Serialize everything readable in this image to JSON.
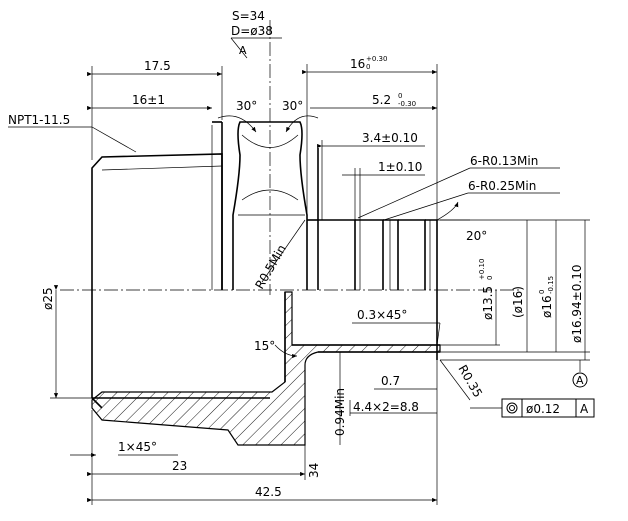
{
  "labels": {
    "s34": "S=34",
    "d38": "D=ø38",
    "a_ref": "A",
    "d17_5": "17.5",
    "d16tol": "16",
    "d16tol_sup": "+0.30",
    "d16tol_sub": "0",
    "npt": "NPT1-11.5",
    "d16pm1": "16±1",
    "a30l": "30°",
    "a30r": "30°",
    "d5_2": "5.2",
    "d5_2_sup": "0",
    "d5_2_sub": "-0.30",
    "d3_4": "3.4±0.10",
    "d1": "1±0.10",
    "r013": "6-R0.13Min",
    "r025": "6-R0.25Min",
    "a20": "20°",
    "r05": "R0.5Min",
    "d25": "ø25",
    "d13_5": "ø13.5",
    "d13_5_sup": "+0.10",
    "d13_5_sub": "0",
    "d16p": "(ø16)",
    "d16m": "ø16",
    "d16m_sup": "0",
    "d16m_sub": "-0.15",
    "d16_94": "ø16.94±0.10",
    "c03": "0.3×45°",
    "a15": "15°",
    "d0_7": "0.7",
    "r035": "R0.35",
    "d094": "0.94Min",
    "d4_4": "4.4×2=8.8",
    "c1": "1×45°",
    "d23": "23",
    "d34": "34",
    "d42_5": "42.5",
    "fcf_value": "ø0.12",
    "fcf_datum": "A",
    "datum_a": "A"
  }
}
